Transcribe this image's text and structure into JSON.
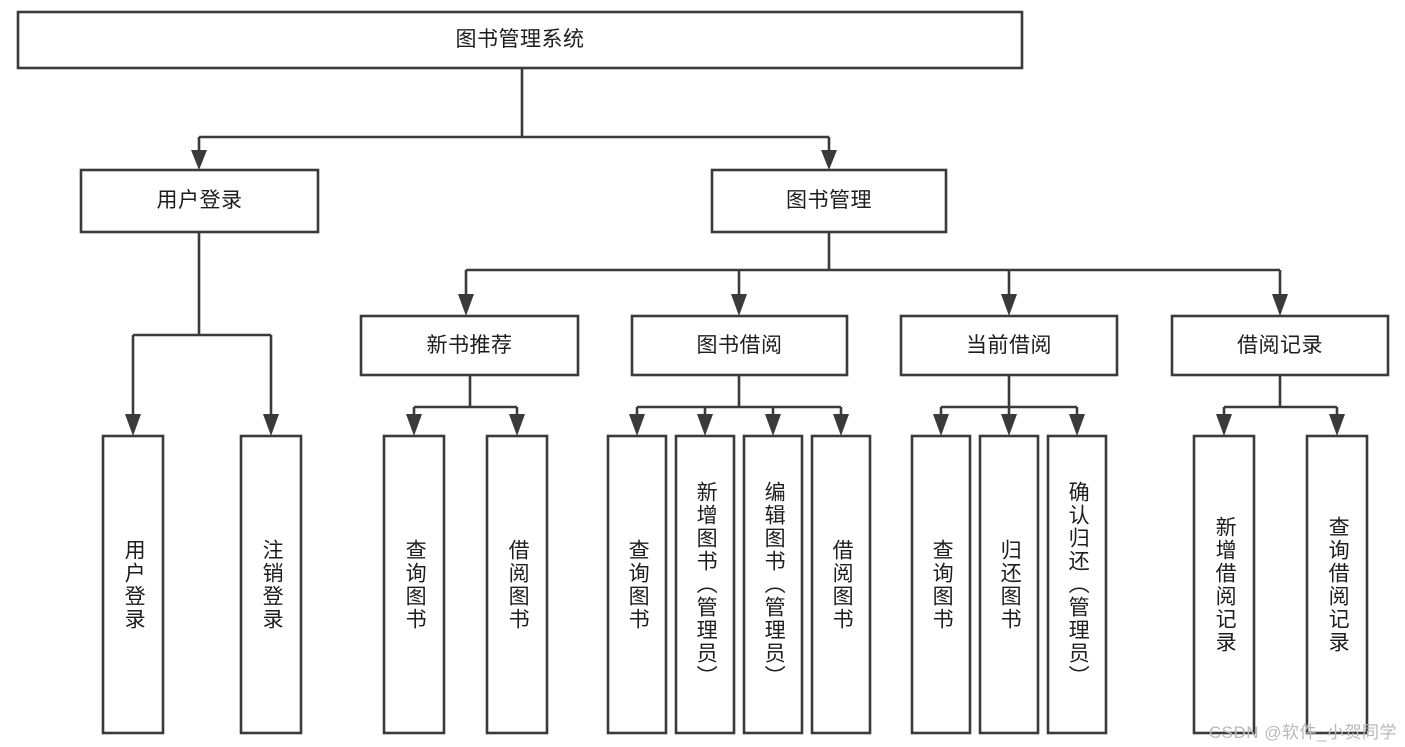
{
  "diagram": {
    "title": "图书管理系统",
    "watermark": "CSDN @软件_小贺同学",
    "colors": {
      "stroke": "#3a3a3a",
      "box_fill": "#ffffff",
      "text": "#1d1d1d",
      "background": "#ffffff",
      "watermark": "#b9b9b9"
    },
    "nodes": {
      "root": {
        "label": "图书管理系统"
      },
      "level2": [
        {
          "label": "用户登录"
        },
        {
          "label": "图书管理"
        }
      ],
      "level3": [
        {
          "label": "新书推荐"
        },
        {
          "label": "图书借阅"
        },
        {
          "label": "当前借阅"
        },
        {
          "label": "借阅记录"
        }
      ],
      "leaves": [
        {
          "label": "用户登录"
        },
        {
          "label": "注销登录"
        },
        {
          "label": "查询图书"
        },
        {
          "label": "借阅图书"
        },
        {
          "label": "查询图书"
        },
        {
          "label": "新增图书（管理员）"
        },
        {
          "label": "编辑图书（管理员）"
        },
        {
          "label": "借阅图书"
        },
        {
          "label": "查询图书"
        },
        {
          "label": "归还图书"
        },
        {
          "label": "确认归还（管理员）"
        },
        {
          "label": "新增借阅记录"
        },
        {
          "label": "查询借阅记录"
        }
      ]
    }
  }
}
